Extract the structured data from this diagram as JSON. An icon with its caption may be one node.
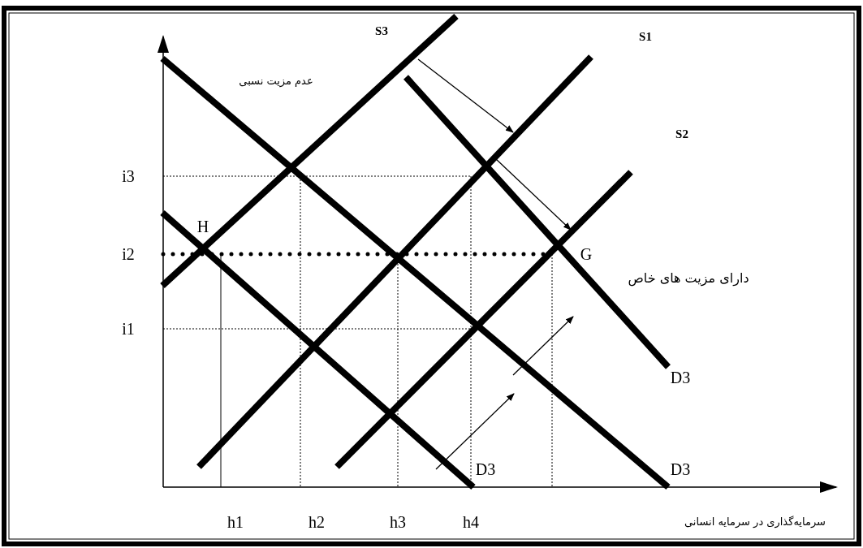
{
  "diagram": {
    "labels": [
      "S3",
      "S1",
      "عدم مزیت نسبی",
      "S2",
      "i3",
      "H",
      "i2",
      "G",
      "دارای مزیت های خاص",
      "i1",
      "D3",
      "D3",
      "D3",
      "h1",
      "h2",
      "h3",
      "h4",
      "سرمایه‌گذاری در سرمایه انسانی"
    ]
  }
}
